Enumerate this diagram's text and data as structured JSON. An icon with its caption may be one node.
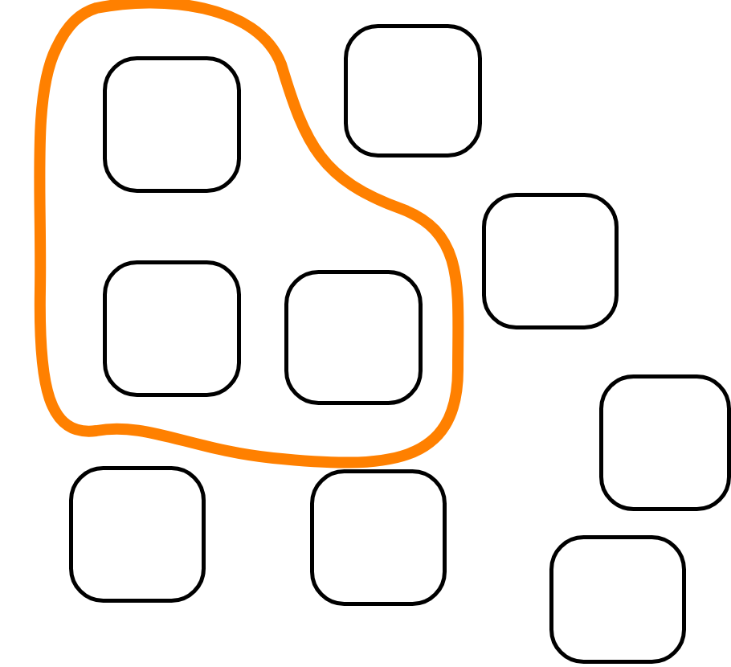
{
  "diagram": {
    "nodes": [
      {
        "text": [],
        "shape": "blob"
      },
      {
        "text": [],
        "shape": "box",
        "in": 0
      },
      {
        "text": [],
        "shape": "box",
        "in": 0
      },
      {
        "text": [],
        "shape": "box",
        "in": 0
      },
      {
        "text": [],
        "shape": "box"
      },
      {
        "text": [],
        "shape": "box"
      },
      {
        "text": [],
        "shape": "box"
      },
      {
        "text": [],
        "shape": "box"
      },
      {
        "text": [],
        "shape": "box"
      },
      {
        "text": [],
        "shape": "box"
      }
    ]
  }
}
